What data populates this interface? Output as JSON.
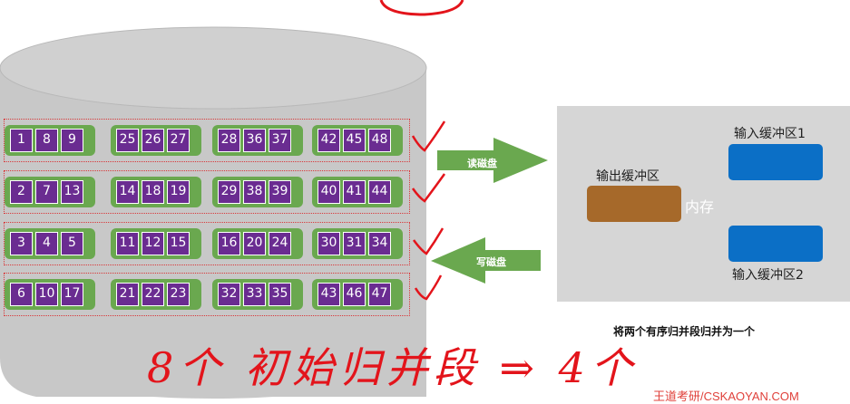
{
  "disk": {
    "rows": [
      [
        [
          "1",
          "8",
          "9"
        ],
        [
          "25",
          "26",
          "27"
        ],
        [
          "28",
          "36",
          "37"
        ],
        [
          "42",
          "45",
          "48"
        ]
      ],
      [
        [
          "2",
          "7",
          "13"
        ],
        [
          "14",
          "18",
          "19"
        ],
        [
          "29",
          "38",
          "39"
        ],
        [
          "40",
          "41",
          "44"
        ]
      ],
      [
        [
          "3",
          "4",
          "5"
        ],
        [
          "11",
          "12",
          "15"
        ],
        [
          "16",
          "20",
          "24"
        ],
        [
          "30",
          "31",
          "34"
        ]
      ],
      [
        [
          "6",
          "10",
          "17"
        ],
        [
          "21",
          "22",
          "23"
        ],
        [
          "32",
          "33",
          "35"
        ],
        [
          "43",
          "46",
          "47"
        ]
      ]
    ]
  },
  "arrows": {
    "read_label": "读磁盘",
    "write_label": "写磁盘"
  },
  "memory": {
    "label": "内存",
    "output_buffer": "输出缓冲区",
    "input_buffer_1": "输入缓冲区1",
    "input_buffer_2": "输入缓冲区2"
  },
  "caption": "将两个有序归并段归并为一个",
  "handwriting": "8个 初始归并段 ⇒ 4个",
  "watermark": "王道考研/CSKAOYAN.COM",
  "colors": {
    "disk_gray": "#c8c8c8",
    "cell_purple": "#6a2c91",
    "group_green": "#6aa84f",
    "input_buffer_blue": "#0b6fc6",
    "output_buffer_brown": "#a6692a",
    "annotation_red": "#e3141b"
  }
}
